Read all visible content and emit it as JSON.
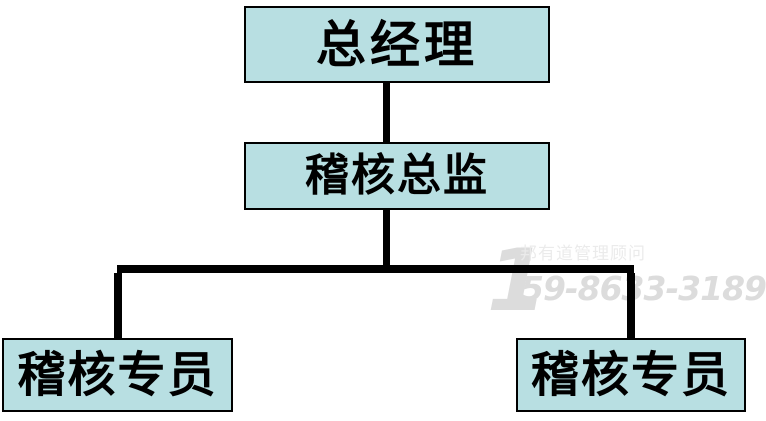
{
  "chart_data": {
    "type": "diagram",
    "subtype": "organization-chart",
    "title": "",
    "orientation": "top-down",
    "nodes": [
      {
        "id": "n1",
        "label": "总经理",
        "level": 1,
        "parent": null
      },
      {
        "id": "n2",
        "label": "稽核总监",
        "level": 2,
        "parent": "n1"
      },
      {
        "id": "n3",
        "label": "稽核专员",
        "level": 3,
        "parent": "n2"
      },
      {
        "id": "n4",
        "label": "稽核专员",
        "level": 3,
        "parent": "n2"
      }
    ],
    "edges": [
      {
        "from": "n1",
        "to": "n2"
      },
      {
        "from": "n2",
        "to": "n3"
      },
      {
        "from": "n2",
        "to": "n4"
      }
    ],
    "colors": {
      "node_fill": "#b8dfe2",
      "node_border": "#000000",
      "connector": "#000000",
      "background": "#ffffff",
      "watermark": "#dcdcdc"
    }
  },
  "org": {
    "top": {
      "label": "总经理"
    },
    "middle": {
      "label": "稽核总监"
    },
    "bottom_left": {
      "label": "稽核专员"
    },
    "bottom_right": {
      "label": "稽核专员"
    }
  },
  "watermark": {
    "big_number": "1",
    "company": "邦有道管理顾问",
    "phone": "59-8633-3189"
  }
}
